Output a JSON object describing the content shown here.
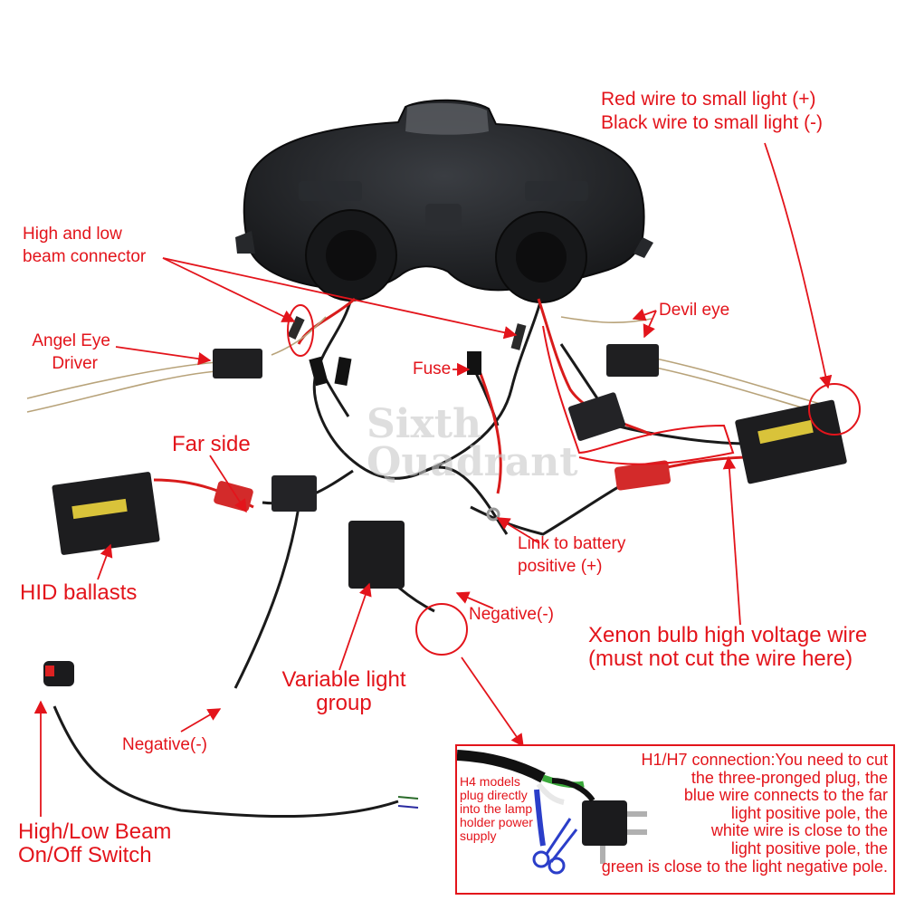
{
  "labels": {
    "red_black_wire_1": "Red wire to small light (+)",
    "red_black_wire_2": "Black wire to small light (-)",
    "high_low_connector_1": "High and low",
    "high_low_connector_2": "beam connector",
    "devil_eye": "Devil eye",
    "angel_eye_1": "Angel Eye",
    "angel_eye_2": "Driver",
    "fuse": "Fuse",
    "far_side": "Far side",
    "hid_ballasts": "HID ballasts",
    "link_battery_1": "Link to battery",
    "link_battery_2": "positive (+)",
    "negative_right": "Negative(-)",
    "xenon_1": "Xenon bulb high voltage wire",
    "xenon_2": "(must not cut the wire here)",
    "variable_1": "Variable light",
    "variable_2": "group",
    "negative_left": "Negative(-)",
    "switch_1": "High/Low Beam",
    "switch_2": "On/Off Switch"
  },
  "inset": {
    "h4_note": "H4 models\nplug directly\ninto the lamp\nholder power\nsupply",
    "connection_text": "H1/H7 connection:You need to cut\nthe three-pronged plug, the\nblue wire connects to the far\nlight positive pole, the\nwhite wire is close to the\nlight positive pole, the\ngreen is close to the light negative pole."
  },
  "watermark": "Sixth\nQuadrant",
  "colors": {
    "label_red": "#e3141b",
    "wire_red": "#d81b1b",
    "wire_black": "#1a1a1a",
    "housing": "#202225"
  },
  "icons": [
    "headlight-housing",
    "hid-ballast",
    "scissors-icon",
    "h4-plug",
    "switch",
    "fuse-holder"
  ]
}
